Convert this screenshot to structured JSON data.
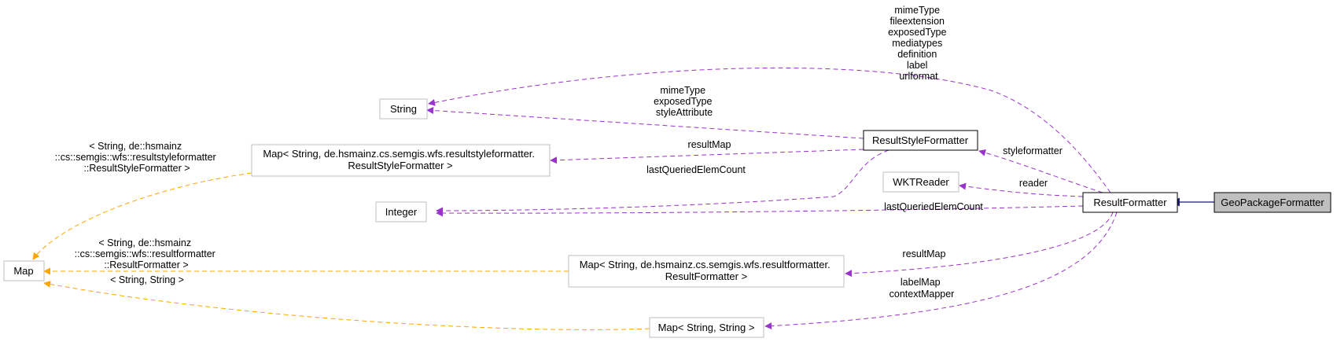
{
  "colors": {
    "usage_edge": "#9a32cd",
    "template_edge": "#ffa500",
    "inherit_edge": "#191970",
    "external_border": "#bfbfbf",
    "current_fill": "#bfbfbf"
  },
  "nodes": {
    "geopackage_formatter": "GeoPackageFormatter",
    "result_formatter": "ResultFormatter",
    "result_style_formatter": "ResultStyleFormatter",
    "wkt_reader": "WKTReader",
    "string": "String",
    "integer": "Integer",
    "map": "Map",
    "map_style": [
      "Map< String, de.hsmainz.cs.semgis.wfs.resultstyleformatter.",
      "ResultStyleFormatter >"
    ],
    "map_result": [
      "Map< String, de.hsmainz.cs.semgis.wfs.resultformatter.",
      "ResultFormatter >"
    ],
    "map_string": "Map< String, String >"
  },
  "edges": {
    "string_from_formatter": [
      "mimeType",
      "fileextension",
      "exposedType",
      "mediatypes",
      "definition",
      "label",
      "urlformat"
    ],
    "string_from_style": [
      "mimeType",
      "exposedType",
      "styleAttribute"
    ],
    "result_map_style": "resultMap",
    "last_queried_style": "lastQueriedElemCount",
    "style_formatter": "styleformatter",
    "reader": "reader",
    "last_queried_formatter": "lastQueriedElemCount",
    "result_map_formatter": "resultMap",
    "label_map": [
      "labelMap",
      "contextMapper"
    ],
    "template_style": [
      "< String, de::hsmainz",
      "::cs::semgis::wfs::resultstyleformatter",
      "::ResultStyleFormatter >"
    ],
    "template_result": [
      "< String, de::hsmainz",
      "::cs::semgis::wfs::resultformatter",
      "::ResultFormatter >"
    ],
    "template_string": "< String, String >"
  }
}
